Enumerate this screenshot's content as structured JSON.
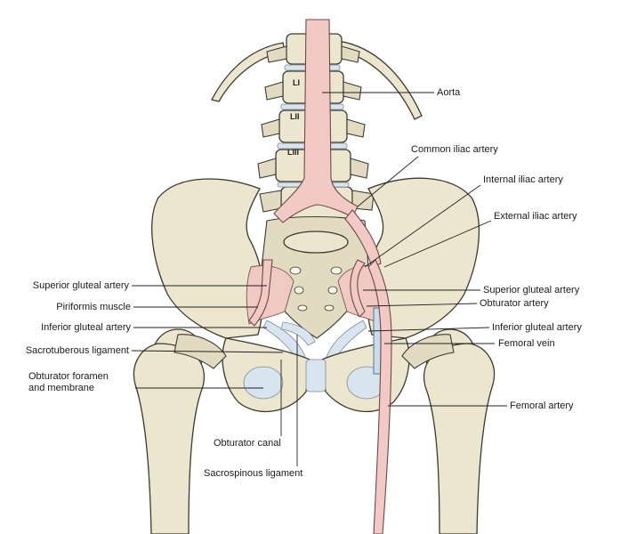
{
  "vertebra_labels": [
    "LI",
    "LII",
    "LIII"
  ],
  "labels_left": {
    "superior_gluteal": "Superior gluteal artery",
    "piriformis": "Piriformis muscle",
    "inferior_gluteal": "Inferior gluteal artery",
    "sacrotuberous": "Sacrotuberous ligament",
    "obturator_foramen_1": "Obturator foramen",
    "obturator_foramen_2": "and membrane"
  },
  "labels_right": {
    "aorta": "Aorta",
    "common_iliac": "Common iliac artery",
    "internal_iliac": "Internal iliac artery",
    "external_iliac": "External iliac artery",
    "superior_gluteal": "Superior gluteal artery",
    "obturator": "Obturator artery",
    "inferior_gluteal": "Inferior gluteal artery",
    "femoral_vein": "Femoral vein",
    "femoral_artery": "Femoral artery"
  },
  "labels_bottom": {
    "obturator_canal": "Obturator canal",
    "sacrospinous": "Sacrospinous ligament"
  },
  "colors": {
    "bone": "#ece6cf",
    "artery": "#f2c9c4",
    "vein": "#c9dcec",
    "ligament": "#d8e4ee"
  }
}
